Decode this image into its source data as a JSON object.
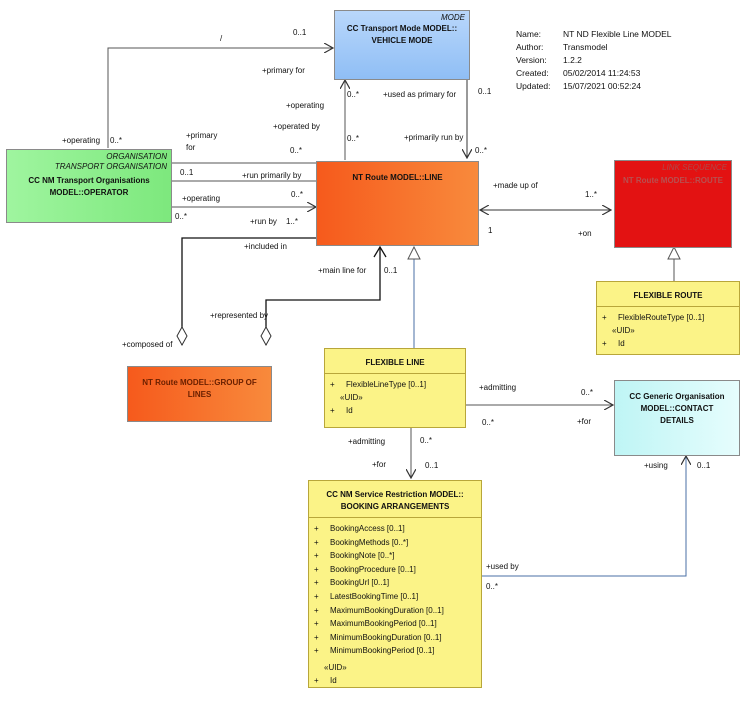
{
  "meta": {
    "name_key": "Name:",
    "name": "NT ND Flexible Line MODEL",
    "author_key": "Author:",
    "author": "Transmodel",
    "version_key": "Version:",
    "version": "1.2.2",
    "created_key": "Created:",
    "created": "05/02/2014 11:24:53",
    "updated_key": "Updated:",
    "updated": "15/07/2021 00:52:24"
  },
  "boxes": {
    "vehicle_mode": {
      "stereotype": "MODE",
      "title1": "CC Transport Mode MODEL::",
      "title2": "VEHICLE MODE",
      "fill": "#8fbef5"
    },
    "operator": {
      "stereotype1": "ORGANISATION",
      "stereotype2": "TRANSPORT ORGANISATION",
      "title1": "CC NM Transport Organisations",
      "title2": "MODEL::OPERATOR",
      "fill": "#7de87d"
    },
    "line": {
      "title": "NT Route MODEL::LINE",
      "fill": "#f36a2c"
    },
    "route": {
      "stereotype": "LINK SEQUENCE",
      "title": "NT Route MODEL::ROUTE",
      "fill": "#e11b1b"
    },
    "flexible_route": {
      "title": "FLEXIBLE ROUTE",
      "attrs": [
        {
          "vis": "+",
          "text": "FlexibleRouteType [0..1]"
        }
      ],
      "uid": "«UID»",
      "uid_attr": {
        "vis": "+",
        "text": "Id"
      },
      "fill": "#fbf387"
    },
    "group_of_lines": {
      "title1": "NT Route MODEL::GROUP OF",
      "title2": "LINES",
      "fill": "#f36a2c"
    },
    "flexible_line": {
      "title": "FLEXIBLE LINE",
      "attrs": [
        {
          "vis": "+",
          "text": "FlexibleLineType [0..1]"
        }
      ],
      "uid": "«UID»",
      "uid_attr": {
        "vis": "+",
        "text": "Id"
      },
      "fill": "#fbf387"
    },
    "contact_details": {
      "title1": "CC Generic Organisation",
      "title2": "MODEL::CONTACT",
      "title3": "DETAILS",
      "fill": "#d3fbfb"
    },
    "booking": {
      "title1": "CC NM Service Restriction MODEL::",
      "title2": "BOOKING ARRANGEMENTS",
      "attrs": [
        {
          "vis": "+",
          "text": "BookingAccess [0..1]"
        },
        {
          "vis": "+",
          "text": "BookingMethods [0..*]"
        },
        {
          "vis": "+",
          "text": "BookingNote [0..*]"
        },
        {
          "vis": "+",
          "text": "BookingProcedure [0..1]"
        },
        {
          "vis": "+",
          "text": "BookingUrl [0..1]"
        },
        {
          "vis": "+",
          "text": "LatestBookingTime [0..1]"
        },
        {
          "vis": "+",
          "text": "MaximumBookingDuration [0..1]"
        },
        {
          "vis": "+",
          "text": "MaximumBookingPeriod [0..1]"
        },
        {
          "vis": "+",
          "text": "MinimumBookingDuration [0..1]"
        },
        {
          "vis": "+",
          "text": "MinimumBookingPeriod [0..1]"
        }
      ],
      "uid": "«UID»",
      "uid_attr": {
        "vis": "+",
        "text": "Id"
      },
      "fill": "#fbf387"
    }
  },
  "labels": {
    "slash": "/",
    "m_01_top": "0..1",
    "primary_for_top": "+primary for",
    "operating_left": "+operating",
    "m_0star_op_top": "0..*",
    "operating_mid": "+operating",
    "operated_by": "+operated by",
    "m_0star_vm1": "0..*",
    "m_0star_vm2": "0..*",
    "used_as_primary_for": "+used as primary for",
    "m_01_vm": "0..1",
    "primarily_run_by": "+primarily run by",
    "m_0star_line_top": "0..*",
    "primary_for_op": "+primary",
    "primary_for_op2": "for",
    "m_0star_op_line1": "0..*",
    "m_01_op": "0..1",
    "run_primarily_by": "+run primarily by",
    "operating_op": "+operating",
    "m_0star_op_line2": "0..*",
    "m_0star_op2": "0..*",
    "run_by": "+run by",
    "m_1star_line": "1..*",
    "included_in": "+included in",
    "made_up_of": "+made up of",
    "m_1star_route": "1..*",
    "m_1_line": "1",
    "on": "+on",
    "main_line_for": "+main line for",
    "m_01_gol": "0..1",
    "represented_by": "+represented by",
    "composed_of": "+composed of",
    "admitting_right": "+admitting",
    "m_0star_cd": "0..*",
    "m_0star_fl": "0..*",
    "for_cd": "+for",
    "admitting_down": "+admitting",
    "m_0star_fl2": "0..*",
    "for_ba": "+for",
    "m_01_ba": "0..1",
    "using": "+using",
    "m_01_cd": "0..1",
    "used_by": "+used by",
    "m_0star_ba": "0..*"
  }
}
